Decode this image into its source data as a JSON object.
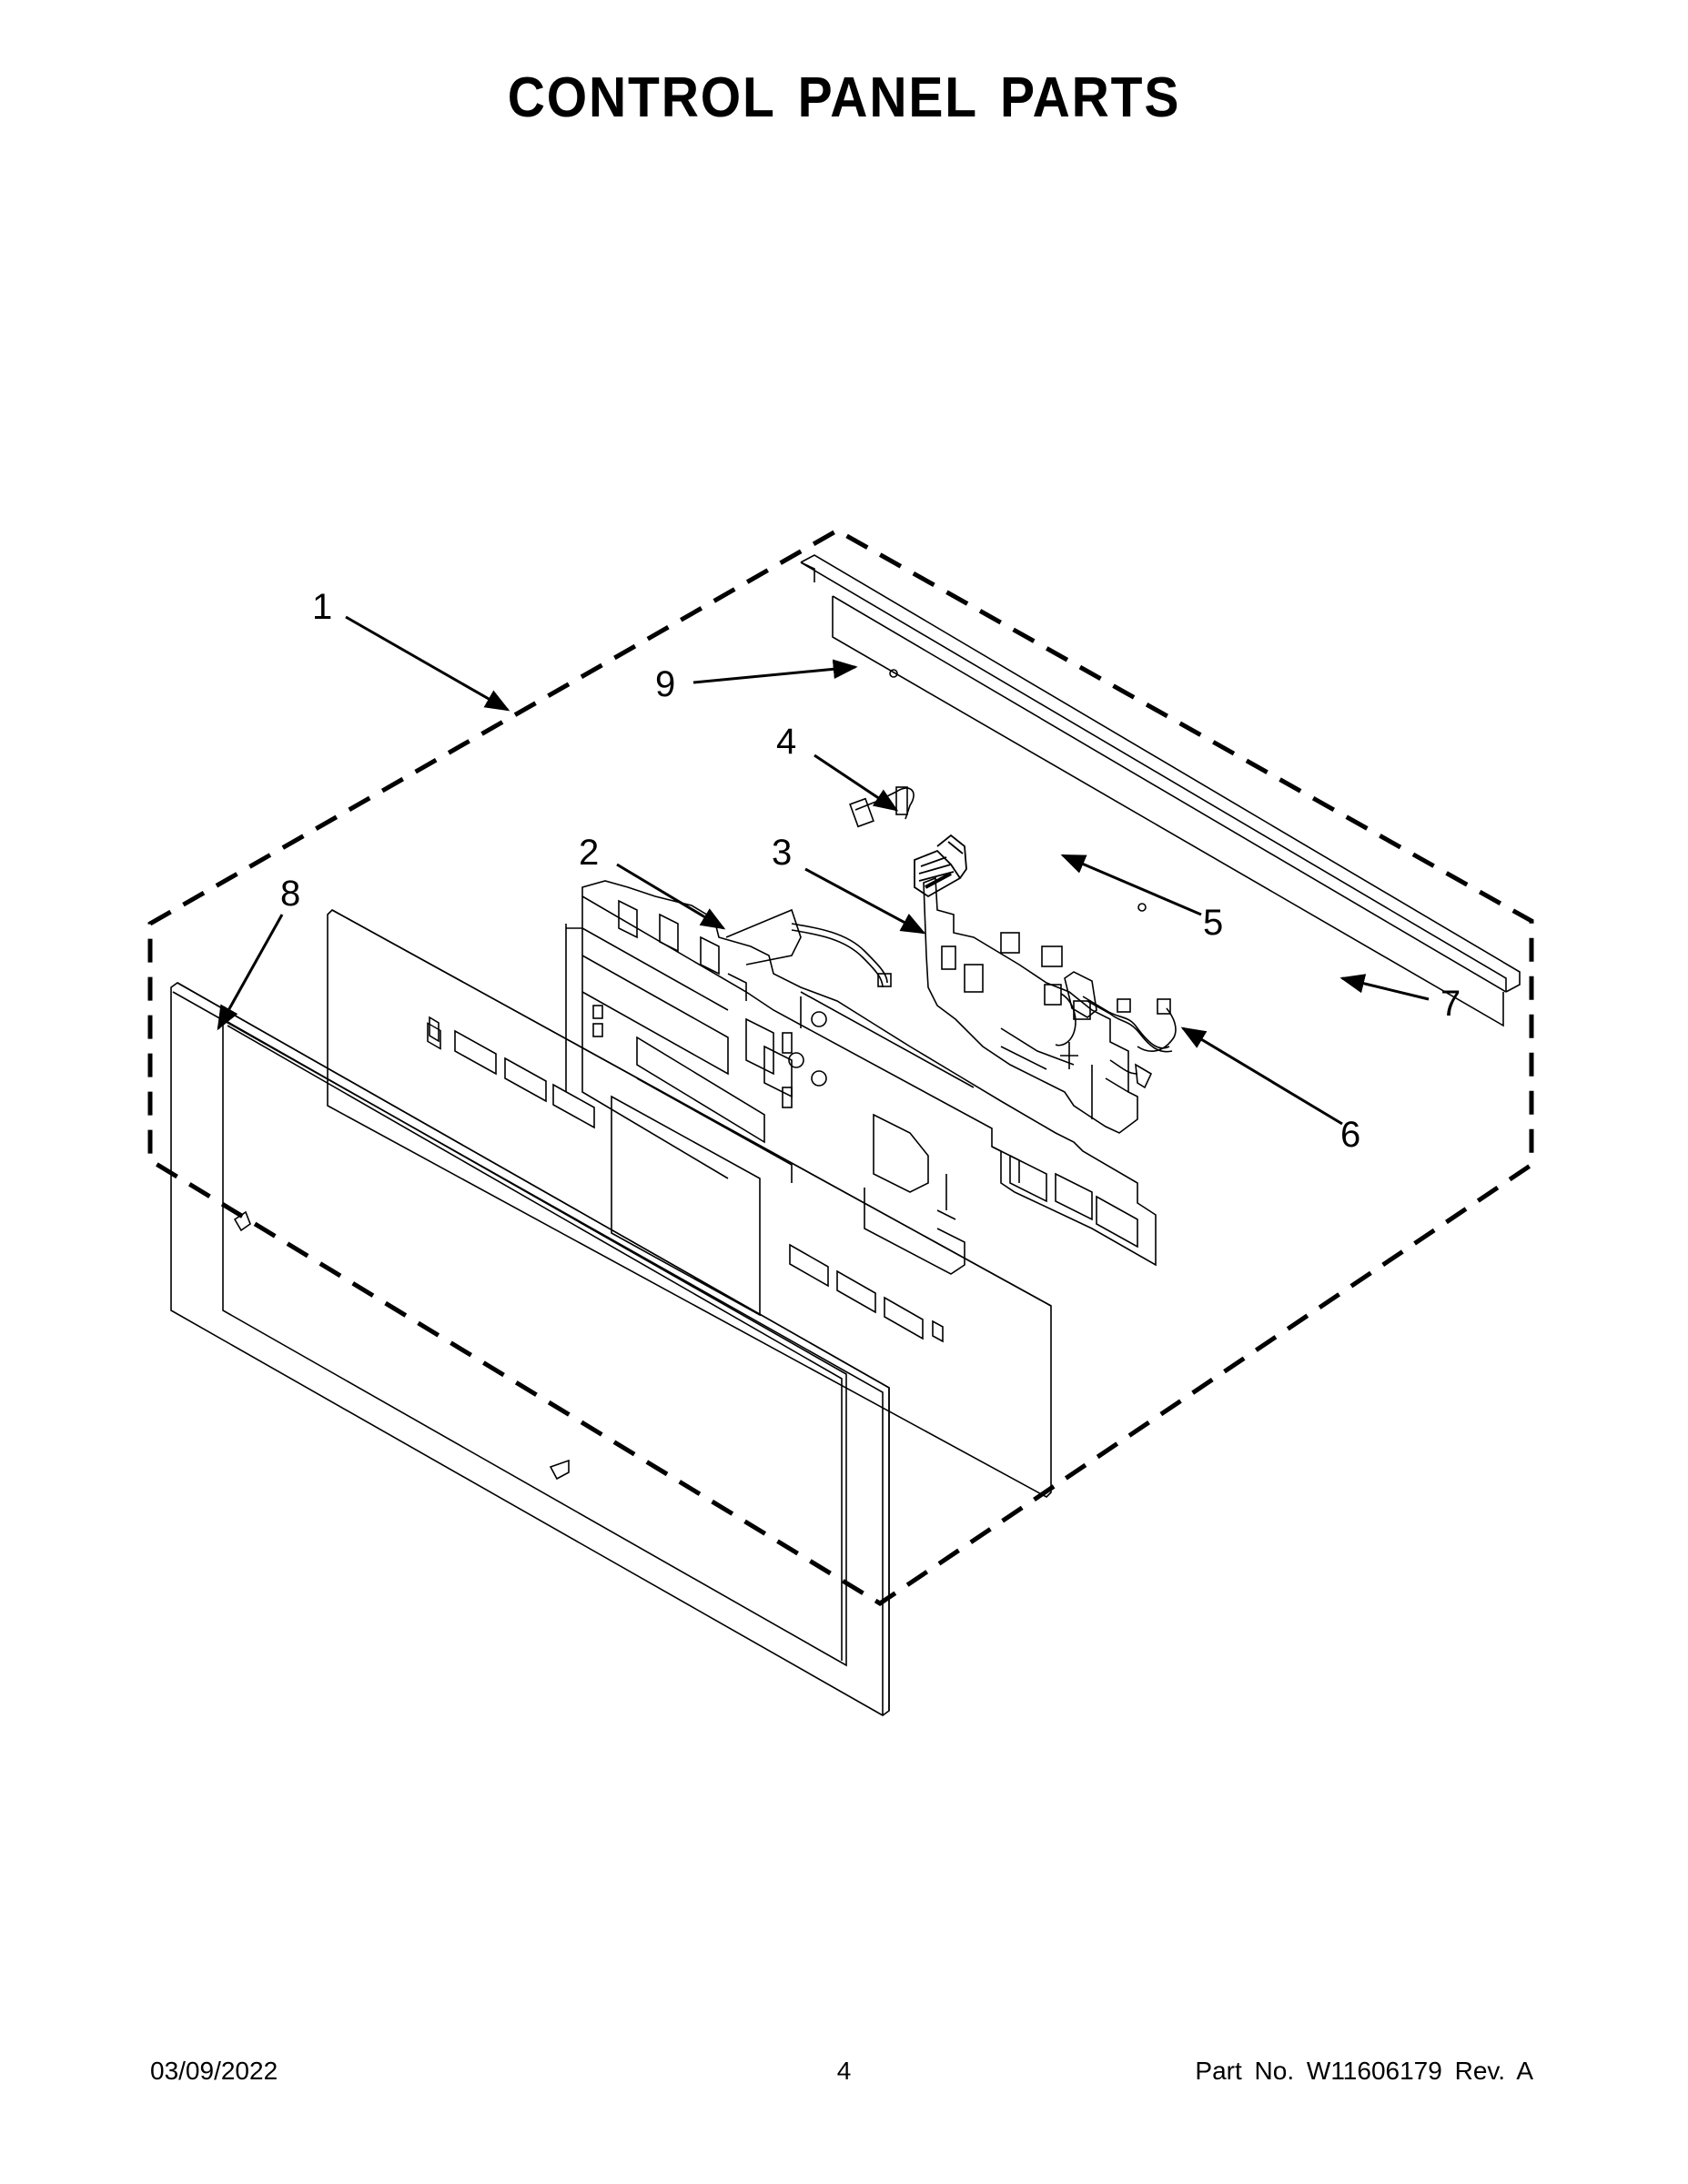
{
  "page": {
    "title": "CONTROL PANEL PARTS"
  },
  "diagram": {
    "callouts": [
      {
        "id": "1",
        "label": "1",
        "part": "control-panel-assembly"
      },
      {
        "id": "2",
        "label": "2",
        "part": "user-interface-board"
      },
      {
        "id": "3",
        "label": "3",
        "part": "electronic-control-board"
      },
      {
        "id": "4",
        "label": "4",
        "part": "wire-harness"
      },
      {
        "id": "5",
        "label": "5",
        "part": "screw"
      },
      {
        "id": "6",
        "label": "6",
        "part": "wire-harness"
      },
      {
        "id": "7",
        "label": "7",
        "part": "wire-harness"
      },
      {
        "id": "8",
        "label": "8",
        "part": "control-panel-bezel"
      },
      {
        "id": "9",
        "label": "9",
        "part": "control-panel-bracket"
      }
    ],
    "line_color": "#000000",
    "background": "#ffffff"
  },
  "footer": {
    "date": "03/09/2022",
    "page_number": "4",
    "part_number": "Part No.  W11606179  Rev.  A"
  }
}
